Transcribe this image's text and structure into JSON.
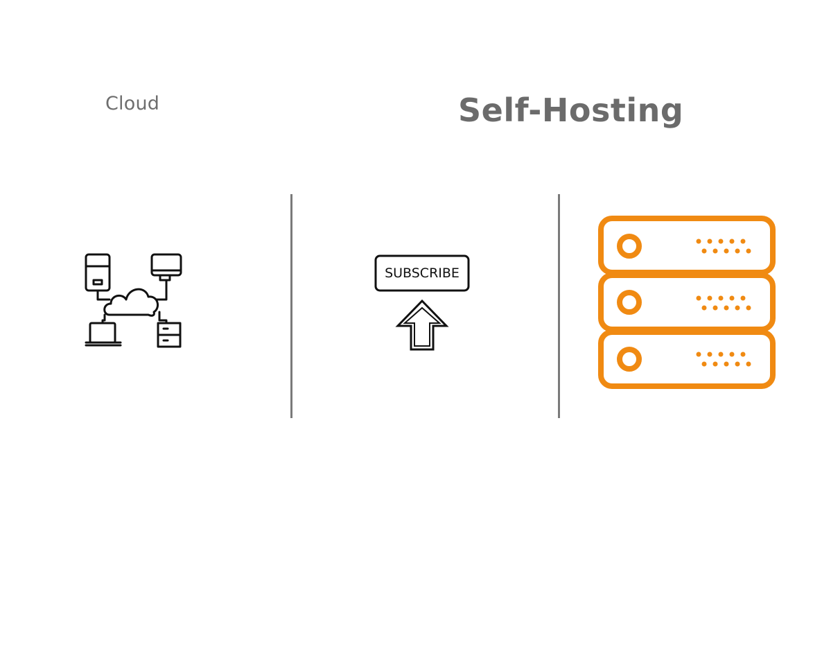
{
  "labels": {
    "cloud": "Cloud",
    "self_hosting": "Self-Hosting"
  },
  "subscribe_badge": {
    "text": "SUBSCRIBE"
  },
  "icons": {
    "left": "cloud-network-icon",
    "middle": "subscribe-upload-icon",
    "right": "server-rack-icon"
  },
  "colors": {
    "label_gray": "#6b6b6b",
    "divider_gray": "#7a7a7a",
    "server_orange": "#f08a12",
    "icon_black": "#111111"
  }
}
